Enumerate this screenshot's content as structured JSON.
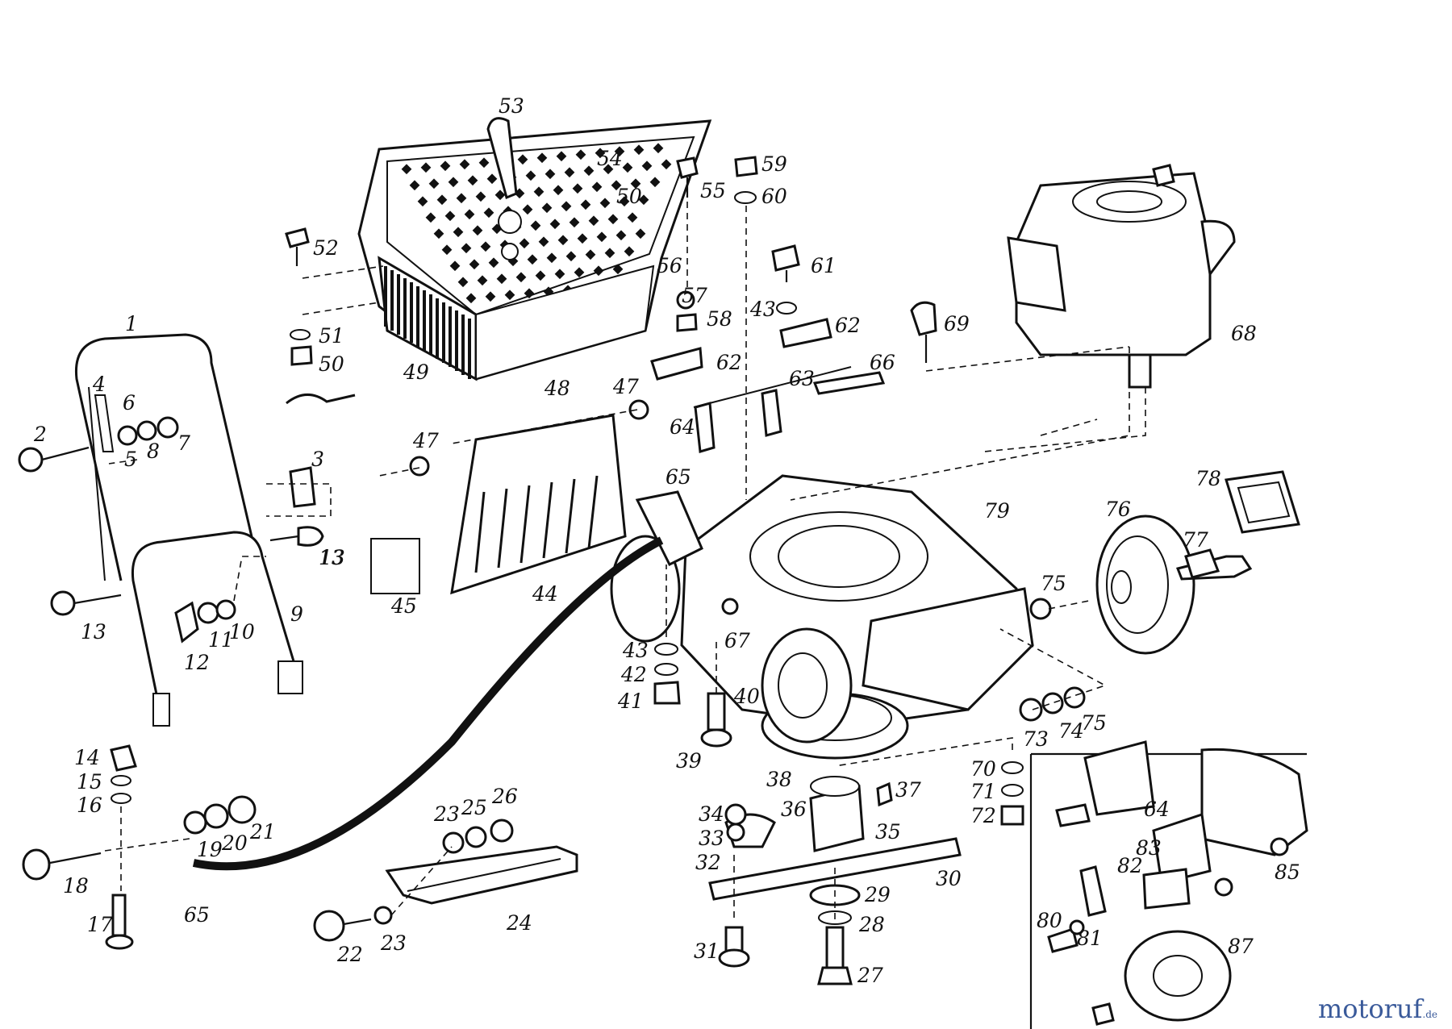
{
  "watermark": {
    "text": "motoruf",
    "suffix": ".de",
    "color": "#3a5a9a"
  },
  "callouts": [
    "1",
    "2",
    "3",
    "4",
    "5",
    "6",
    "7",
    "8",
    "9",
    "10",
    "11",
    "12",
    "13",
    "13",
    "13",
    "14",
    "15",
    "16",
    "17",
    "18",
    "19",
    "20",
    "21",
    "22",
    "23",
    "23",
    "24",
    "25",
    "26",
    "27",
    "28",
    "29",
    "30",
    "31",
    "32",
    "33",
    "34",
    "35",
    "36",
    "37",
    "38",
    "39",
    "40",
    "41",
    "42",
    "43",
    "43",
    "44",
    "45",
    "47",
    "47",
    "48",
    "49",
    "50",
    "50",
    "51",
    "52",
    "53",
    "54",
    "55",
    "56",
    "57",
    "58",
    "59",
    "60",
    "61",
    "62",
    "62",
    "63",
    "64",
    "64",
    "65",
    "65",
    "66",
    "67",
    "68",
    "69",
    "70",
    "71",
    "72",
    "73",
    "74",
    "75",
    "75",
    "76",
    "77",
    "78",
    "79",
    "80",
    "81",
    "82",
    "83",
    "85",
    "87"
  ]
}
